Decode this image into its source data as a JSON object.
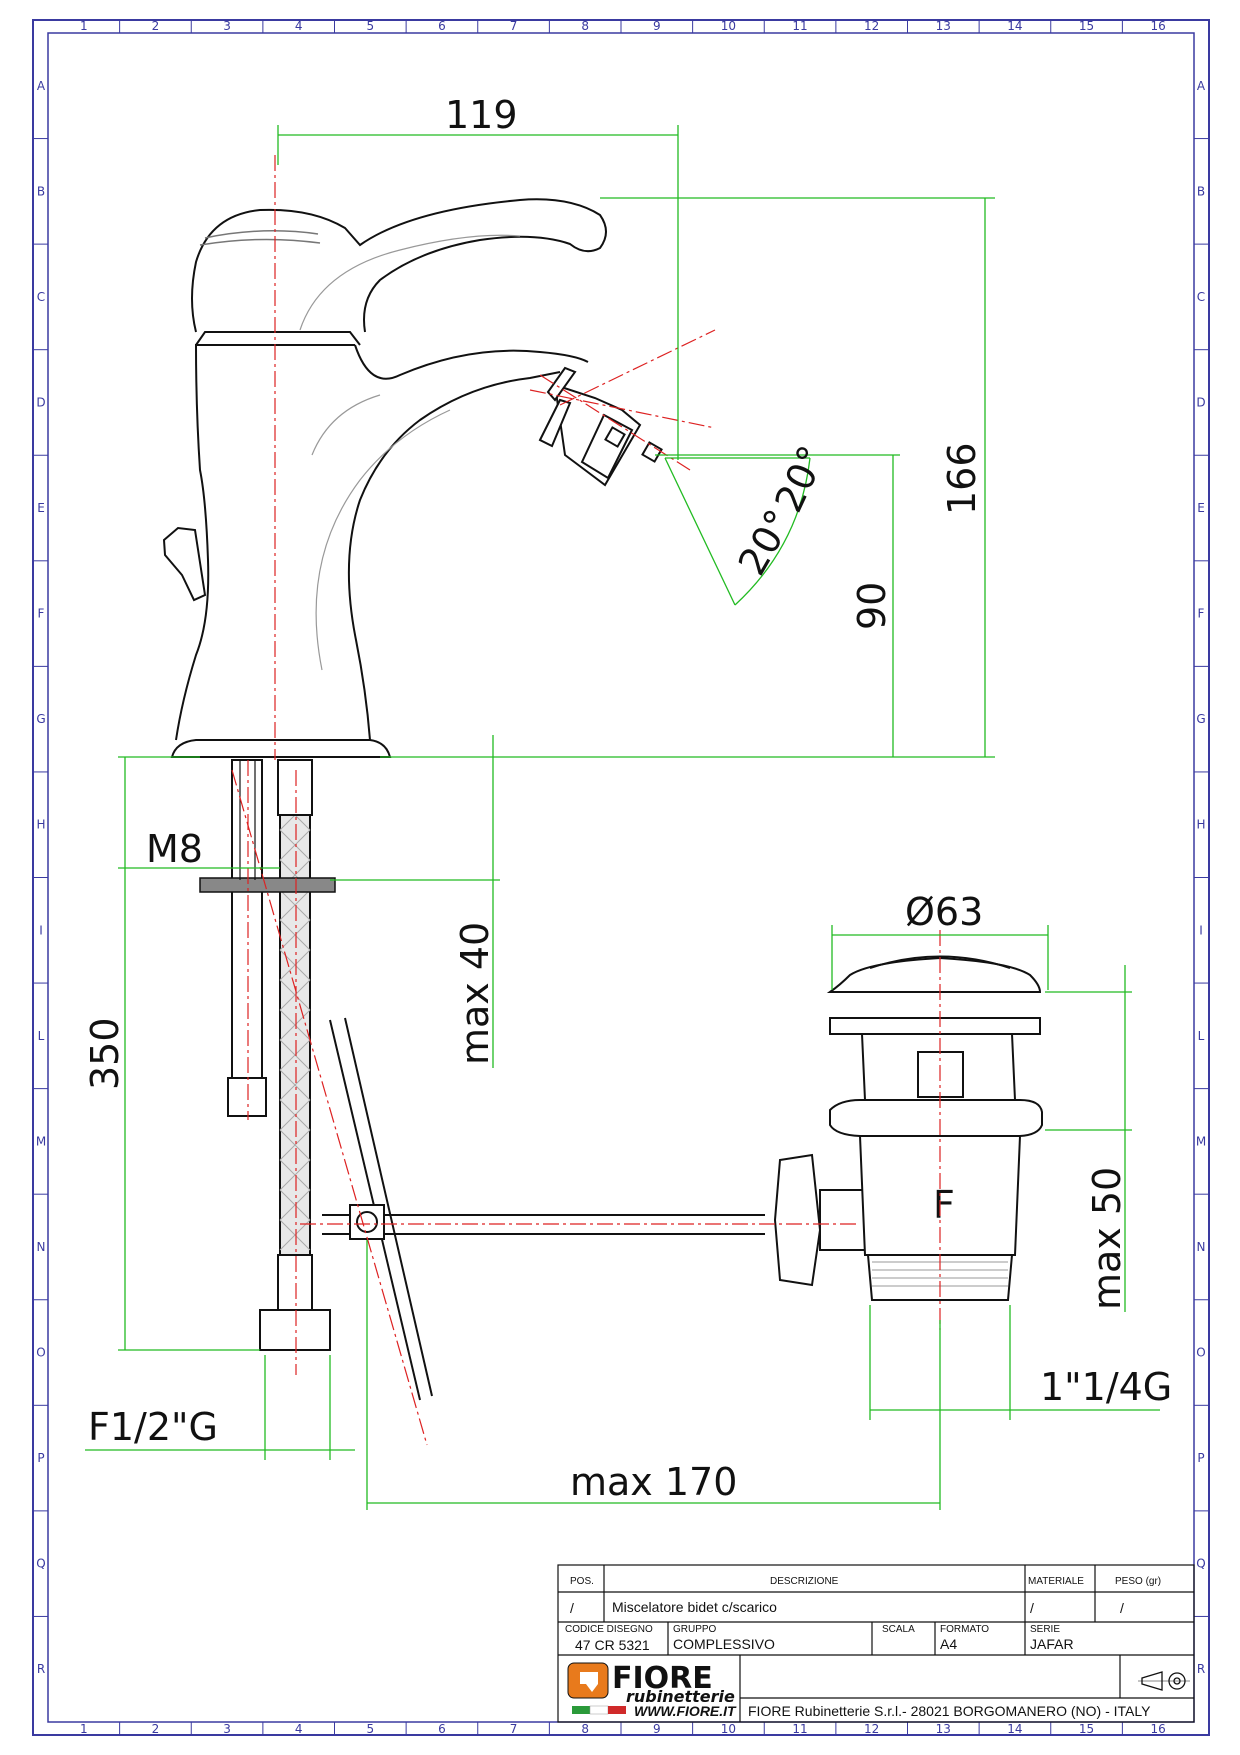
{
  "frame": {
    "columns": [
      "1",
      "2",
      "3",
      "4",
      "5",
      "6",
      "7",
      "8",
      "9",
      "10",
      "11",
      "12",
      "13",
      "14",
      "15",
      "16"
    ],
    "rows": [
      "A",
      "B",
      "C",
      "D",
      "E",
      "F",
      "G",
      "H",
      "I",
      "L",
      "M",
      "N",
      "O",
      "P",
      "Q",
      "R"
    ]
  },
  "dimensions": {
    "d119": "119",
    "d166": "166",
    "d90": "90",
    "angle1": "20°",
    "angle2": "20°",
    "m8": "M8",
    "d350": "350",
    "max40": "max 40",
    "d63": "Ø63",
    "max50": "max 50",
    "f12g": "F1/2\"G",
    "g114": "1\"1/4G",
    "max170": "max 170",
    "f_mark": "F"
  },
  "title_block": {
    "pos_header": "POS.",
    "desc_header": "DESCRIZIONE",
    "mat_header": "MATERIALE",
    "peso_header": "PESO (gr)",
    "pos_value": "/",
    "desc_value": "Miscelatore bidet c/scarico",
    "mat_value": "/",
    "peso_value": "/",
    "codice_label": "CODICE DISEGNO",
    "codice_value": "47 CR 5321",
    "gruppo_label": "GRUPPO",
    "gruppo_value": "COMPLESSIVO",
    "scala_label": "SCALA",
    "formato_label": "FORMATO",
    "formato_value": "A4",
    "serie_label": "SERIE",
    "serie_value": "JAFAR",
    "logo_main": "FIORE",
    "logo_sub": "rubinetterie",
    "logo_url": "WWW.FIORE.IT",
    "company": "FIORE Rubinetterie S.r.l.- 28021 BORGOMANERO (NO) - ITALY"
  },
  "colors": {
    "frame": "#3a3aa0",
    "dimension": "#22bb22",
    "centerline": "#dd2222",
    "outline": "#111111",
    "hatch": "#999999",
    "logo_orange": "#e87a1c"
  }
}
